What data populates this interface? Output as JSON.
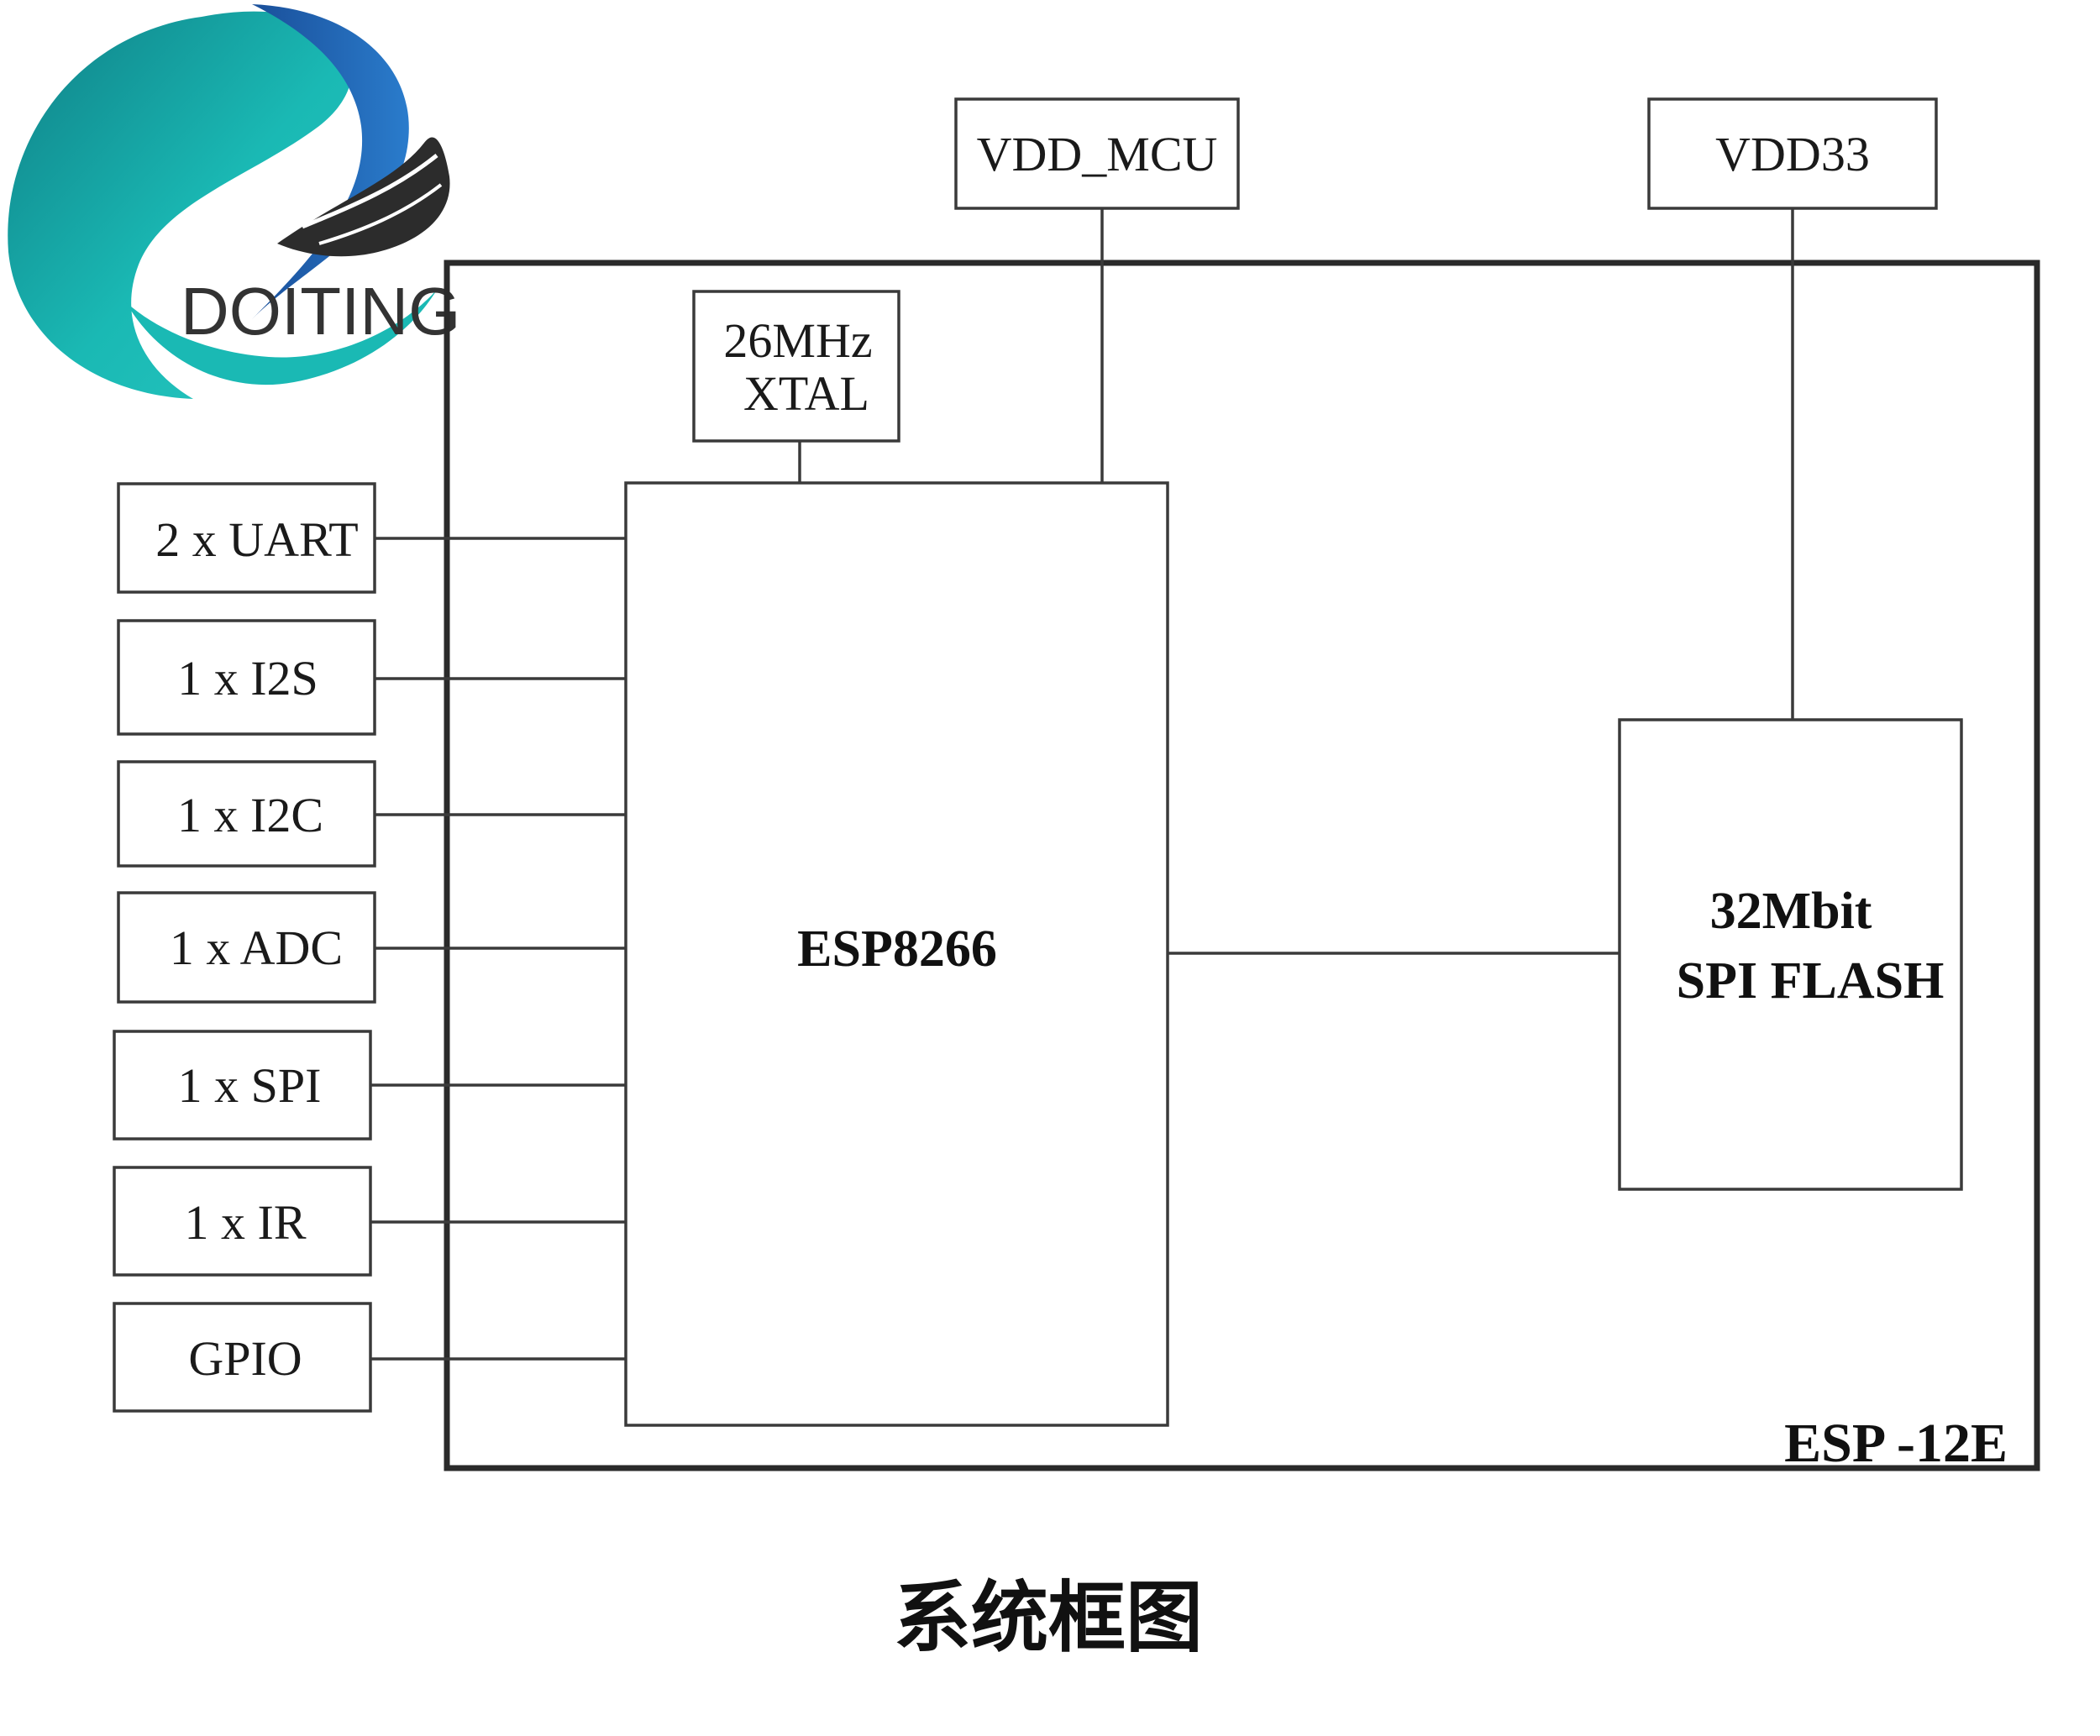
{
  "logo": {
    "brand_text": "DOITING",
    "colors": {
      "teal": "#1ab9b4",
      "blue": "#1f67b6",
      "dark": "#2c2c2c"
    }
  },
  "diagram": {
    "module_label": "ESP -12E",
    "chip_label": "ESP8266",
    "crystal": {
      "line1": "26MHz",
      "line2": "XTAL"
    },
    "flash": {
      "line1": "32Mbit",
      "line2": "SPI FLASH"
    },
    "power": {
      "vdd_mcu": "VDD_MCU",
      "vdd33": "VDD33"
    },
    "interfaces": [
      "2 x UART",
      "1 x I2S",
      "1 x I2C",
      "1 x ADC",
      "1 x SPI",
      "1 x IR",
      "GPIO"
    ]
  },
  "caption": "系统框图"
}
